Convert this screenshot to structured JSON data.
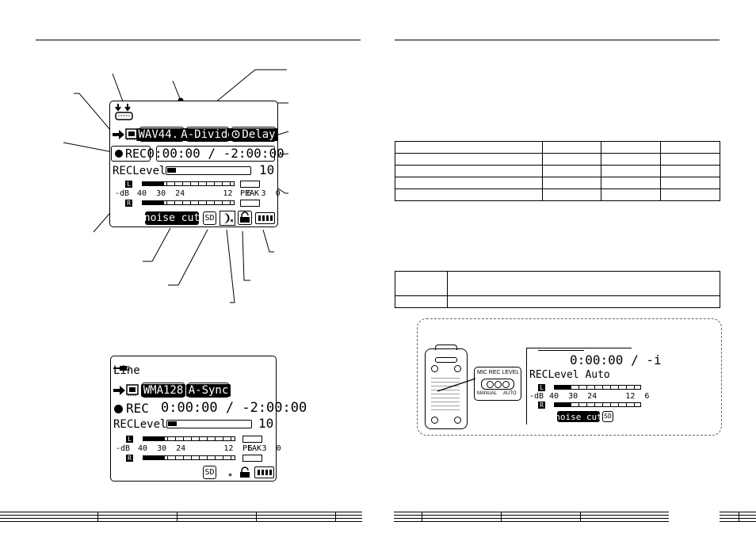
{
  "display_top": {
    "format": "WAV44.1",
    "divide": "A-Divide",
    "delay": "Delay",
    "rec": "REC",
    "time": "0:00:00 / -2:00:00",
    "rec_level_label": "RECLevel",
    "rec_level_value": "10",
    "rec_level_fraction": 0.1,
    "db_label": "-dB",
    "scale": "40  30  24        12   6  3  0",
    "peak_label": "PEAK",
    "noise_cut": "noise cut",
    "sd": "SD",
    "ch_l": "L",
    "ch_r": "R"
  },
  "display_bottom": {
    "input": "Line",
    "format": "WMA128",
    "sync": "A-Sync",
    "rec": "REC",
    "time": "0:00:00 / -2:00:00",
    "rec_level_label": "RECLevel",
    "rec_level_value": "10",
    "rec_level_fraction": 0.1,
    "db_label": "-dB",
    "scale": "40  30  24        12   6  3  0",
    "peak_label": "PEAK",
    "sd": "SD",
    "ch_l": "L",
    "ch_r": "R"
  },
  "inset": {
    "switch_title": "MIC REC LEVEL",
    "switch_manual": "MANUAL",
    "switch_auto": "AUTO",
    "time": "0:00:00 / -i",
    "rec_level": "RECLevel Auto",
    "db_label": "-dB",
    "scale": "40  30  24      12  6",
    "noise_cut": "noise cut",
    "sd": "SD",
    "ch_l": "L",
    "ch_r": "R"
  },
  "icons": [
    "mic-arrows-icon",
    "arrow-right-icon",
    "memory-icon",
    "timer-icon",
    "record-dot-icon",
    "sd-card-icon",
    "moon-icon",
    "lock-icon",
    "battery-icon",
    "line-plug-icon"
  ]
}
